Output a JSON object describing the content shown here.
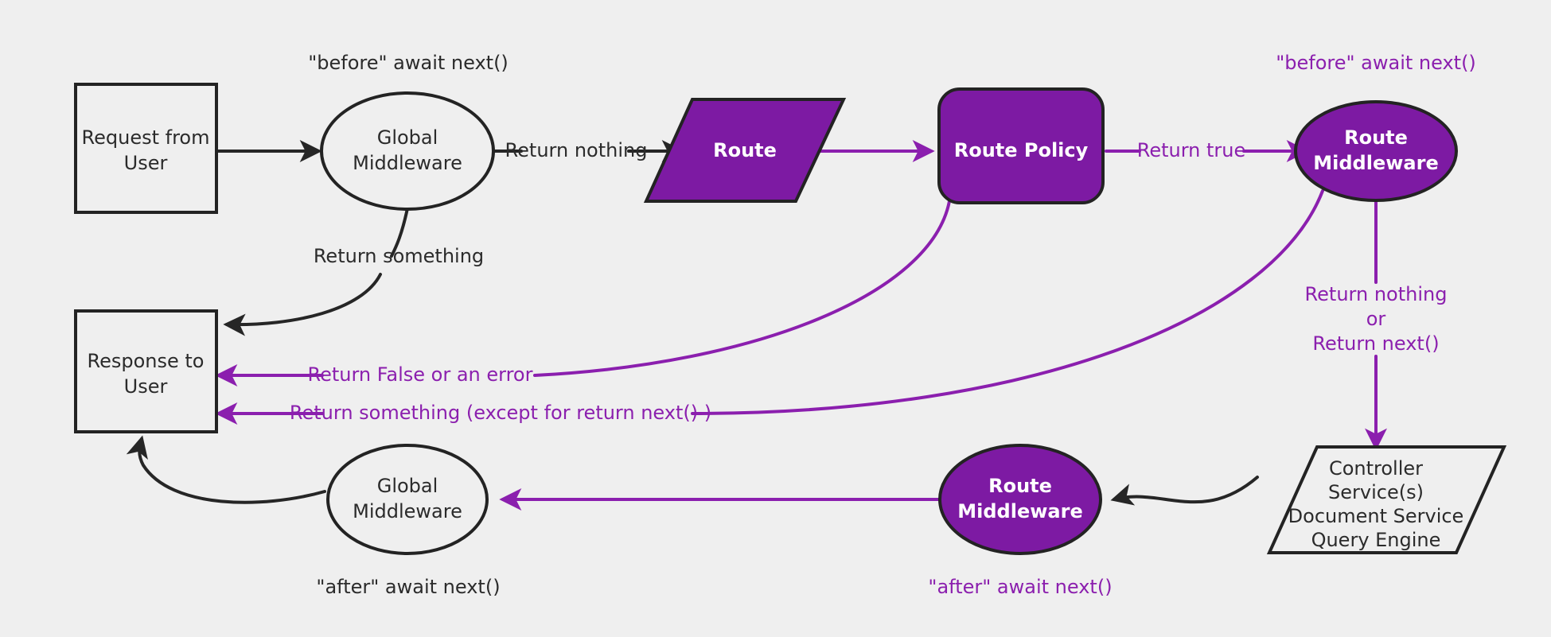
{
  "diagram": {
    "title": "Request / Middleware Lifecycle Flow",
    "background_color": "#efefef",
    "colors": {
      "purple": "#7d1aa3",
      "purple_stroke": "#8b1fae",
      "dark": "#232323",
      "light_fill": "#efefef",
      "white_text": "#ffffff"
    }
  },
  "nodes": {
    "request_from_user": {
      "line1": "Request from",
      "line2": "User",
      "shape": "rectangle",
      "style": "light"
    },
    "global_middleware_top": {
      "line1": "Global",
      "line2": "Middleware",
      "shape": "ellipse",
      "style": "light"
    },
    "route": {
      "line1": "Route",
      "shape": "parallelogram",
      "style": "purple"
    },
    "route_policy": {
      "line1": "Route Policy",
      "shape": "rounded-rectangle",
      "style": "purple"
    },
    "route_middleware_top": {
      "line1": "Route",
      "line2": "Middleware",
      "shape": "ellipse",
      "style": "purple"
    },
    "controller": {
      "line1": "Controller",
      "line2": "Service(s)",
      "line3": "Document Service",
      "line4": "Query Engine",
      "shape": "parallelogram",
      "style": "light"
    },
    "route_middleware_bottom": {
      "line1": "Route",
      "line2": "Middleware",
      "shape": "ellipse",
      "style": "purple"
    },
    "global_middleware_bottom": {
      "line1": "Global",
      "line2": "Middleware",
      "shape": "ellipse",
      "style": "light"
    },
    "response_to_user": {
      "line1": "Response to",
      "line2": "User",
      "shape": "rectangle",
      "style": "light"
    }
  },
  "annotations": {
    "before_await_next_global": "\"before\" await next()",
    "before_await_next_route": "\"before\" await next()",
    "after_await_next_global": "\"after\" await next()",
    "after_await_next_route": "\"after\" await next()"
  },
  "edges": {
    "request_to_global": {
      "label": "",
      "color": "dark"
    },
    "global_return_nothing": {
      "label": "Return nothing",
      "color": "dark"
    },
    "global_return_something": {
      "label": "Return something",
      "color": "dark"
    },
    "route_to_policy": {
      "label": "",
      "color": "purple"
    },
    "policy_return_true": {
      "label": "Return true",
      "color": "purple"
    },
    "policy_return_false": {
      "label": "Return False or an error",
      "color": "purple"
    },
    "middleware_return_something": {
      "label": "Return something (except for return next() )",
      "color": "purple"
    },
    "middleware_return_nothing_l1": "Return nothing",
    "middleware_return_nothing_l2": "or",
    "middleware_return_nothing_l3": "Return next()",
    "controller_to_route_middleware": {
      "label": "",
      "color": "dark"
    },
    "route_mw_to_global_mw": {
      "label": "",
      "color": "purple"
    },
    "global_mw_to_response": {
      "label": "",
      "color": "dark"
    }
  }
}
